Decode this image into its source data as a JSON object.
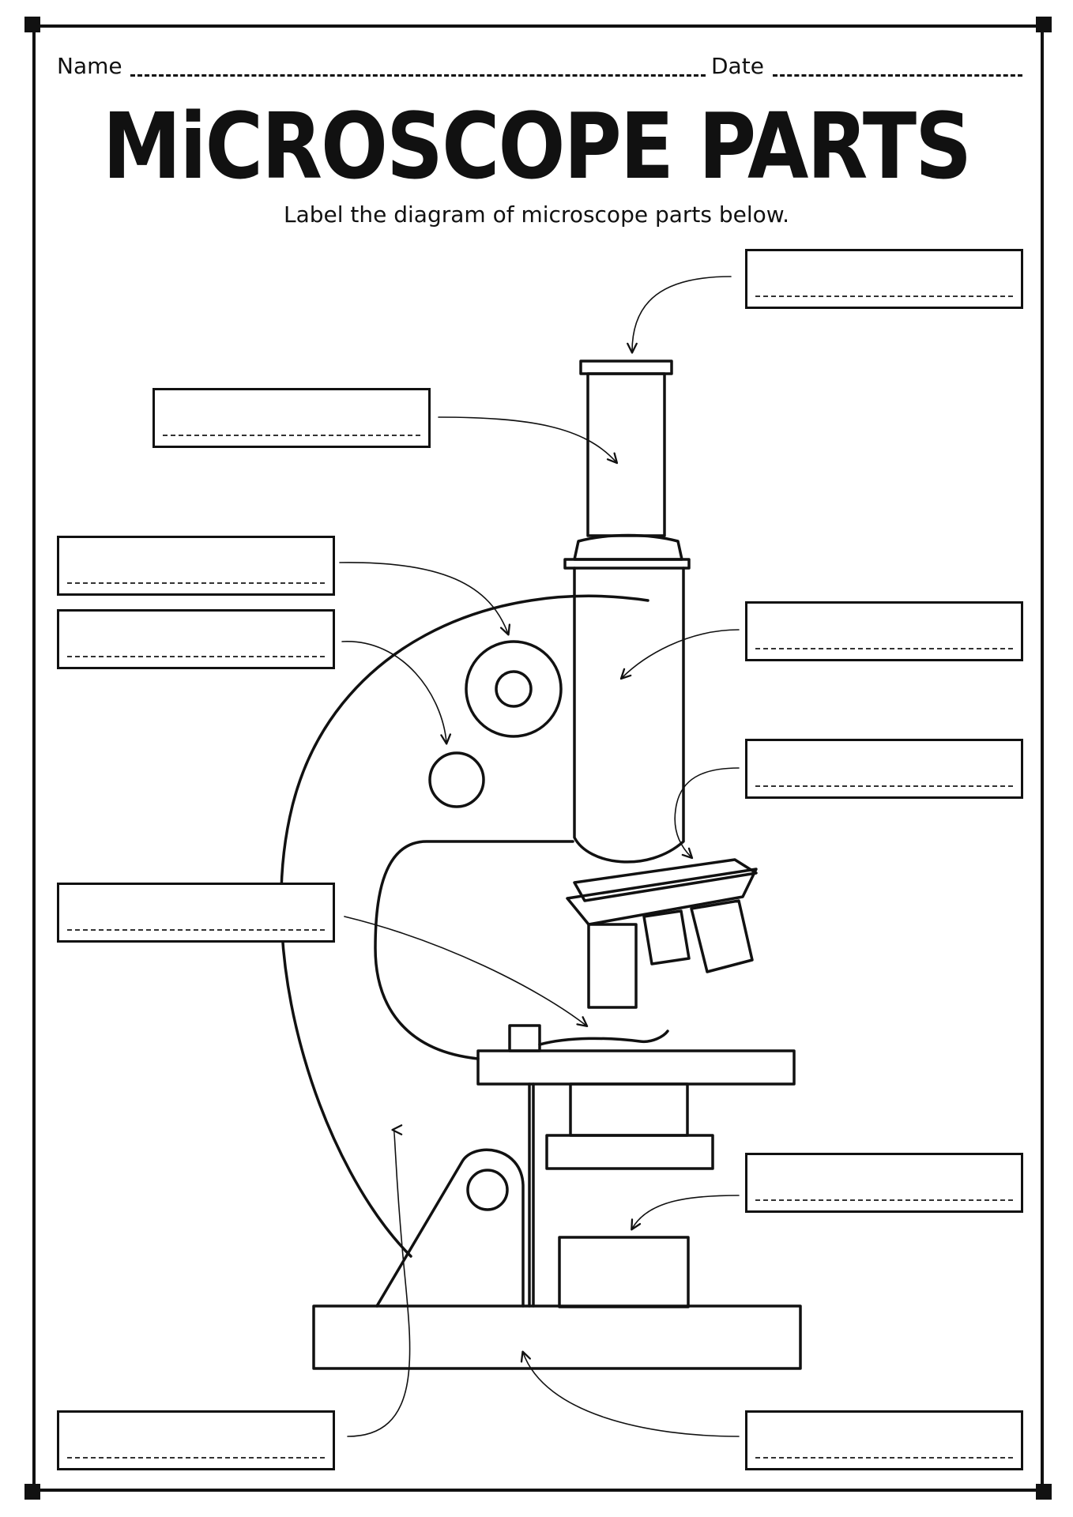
{
  "worksheet": {
    "name_label": "Name",
    "date_label": "Date",
    "title": "MiCROSCOPE PARTS",
    "instruction": "Label the diagram of microscope parts below."
  },
  "label_boxes": [
    {
      "id": "eyepiece",
      "answer": ""
    },
    {
      "id": "body-tube",
      "answer": ""
    },
    {
      "id": "coarse-focus",
      "answer": ""
    },
    {
      "id": "fine-focus",
      "answer": ""
    },
    {
      "id": "arm",
      "answer": ""
    },
    {
      "id": "revolving-nosepiece",
      "answer": ""
    },
    {
      "id": "objective-lenses",
      "answer": ""
    },
    {
      "id": "stage",
      "answer": ""
    },
    {
      "id": "light-source",
      "answer": ""
    },
    {
      "id": "base",
      "answer": ""
    },
    {
      "id": "stage-clips",
      "answer": ""
    },
    {
      "id": "diaphragm",
      "answer": ""
    }
  ],
  "colors": {
    "ink": "#111111",
    "paper": "#ffffff"
  }
}
